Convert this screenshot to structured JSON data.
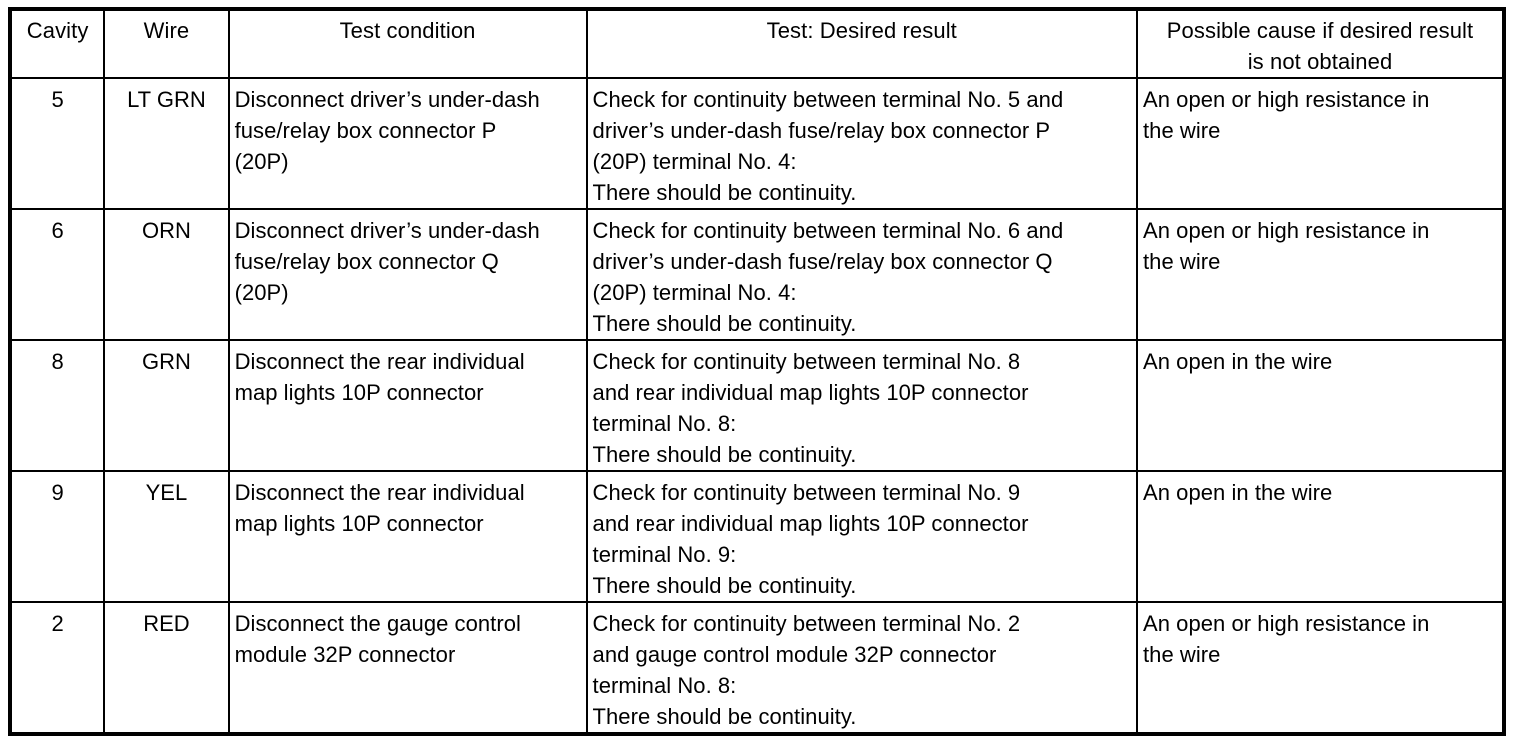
{
  "table": {
    "columns": [
      {
        "key": "cavity",
        "label": "Cavity"
      },
      {
        "key": "wire",
        "label": "Wire"
      },
      {
        "key": "condition",
        "label": "Test condition"
      },
      {
        "key": "test",
        "label": "Test: Desired result"
      },
      {
        "key": "cause",
        "label": "Possible cause if desired result\nis not obtained"
      }
    ],
    "rows": [
      {
        "cavity": "5",
        "wire": "LT GRN",
        "condition": "Disconnect driver’s under-dash\nfuse/relay box connector P\n(20P)",
        "test": "Check for continuity between terminal No. 5 and\ndriver’s under-dash fuse/relay box connector P\n(20P) terminal No. 4:\nThere should be continuity.",
        "cause": "An open or high resistance in\nthe wire"
      },
      {
        "cavity": "6",
        "wire": "ORN",
        "condition": "Disconnect driver’s under-dash\nfuse/relay box connector Q\n(20P)",
        "test": "Check for continuity between terminal No. 6 and\ndriver’s under-dash fuse/relay box connector Q\n(20P) terminal No. 4:\nThere should be continuity.",
        "cause": "An open or high resistance in\nthe wire"
      },
      {
        "cavity": "8",
        "wire": "GRN",
        "condition": "Disconnect the rear individual\nmap lights 10P connector",
        "test": "Check for continuity between terminal No. 8\nand rear individual map lights 10P connector\nterminal No. 8:\nThere should be continuity.",
        "cause": "An open in the wire"
      },
      {
        "cavity": "9",
        "wire": "YEL",
        "condition": "Disconnect the rear individual\nmap lights 10P connector",
        "test": "Check for continuity between terminal No. 9\nand rear individual map lights 10P connector\nterminal No. 9:\nThere should be continuity.",
        "cause": "An open in the wire"
      },
      {
        "cavity": "2",
        "wire": "RED",
        "condition": "Disconnect the gauge control\nmodule 32P connector",
        "test": "Check for continuity between terminal No. 2\nand gauge control module 32P connector\nterminal No. 8:\nThere should be continuity.",
        "cause": "An open or high resistance in\nthe wire"
      }
    ]
  },
  "colors": {
    "border": "#000000",
    "text": "#000000",
    "background": "#ffffff"
  }
}
